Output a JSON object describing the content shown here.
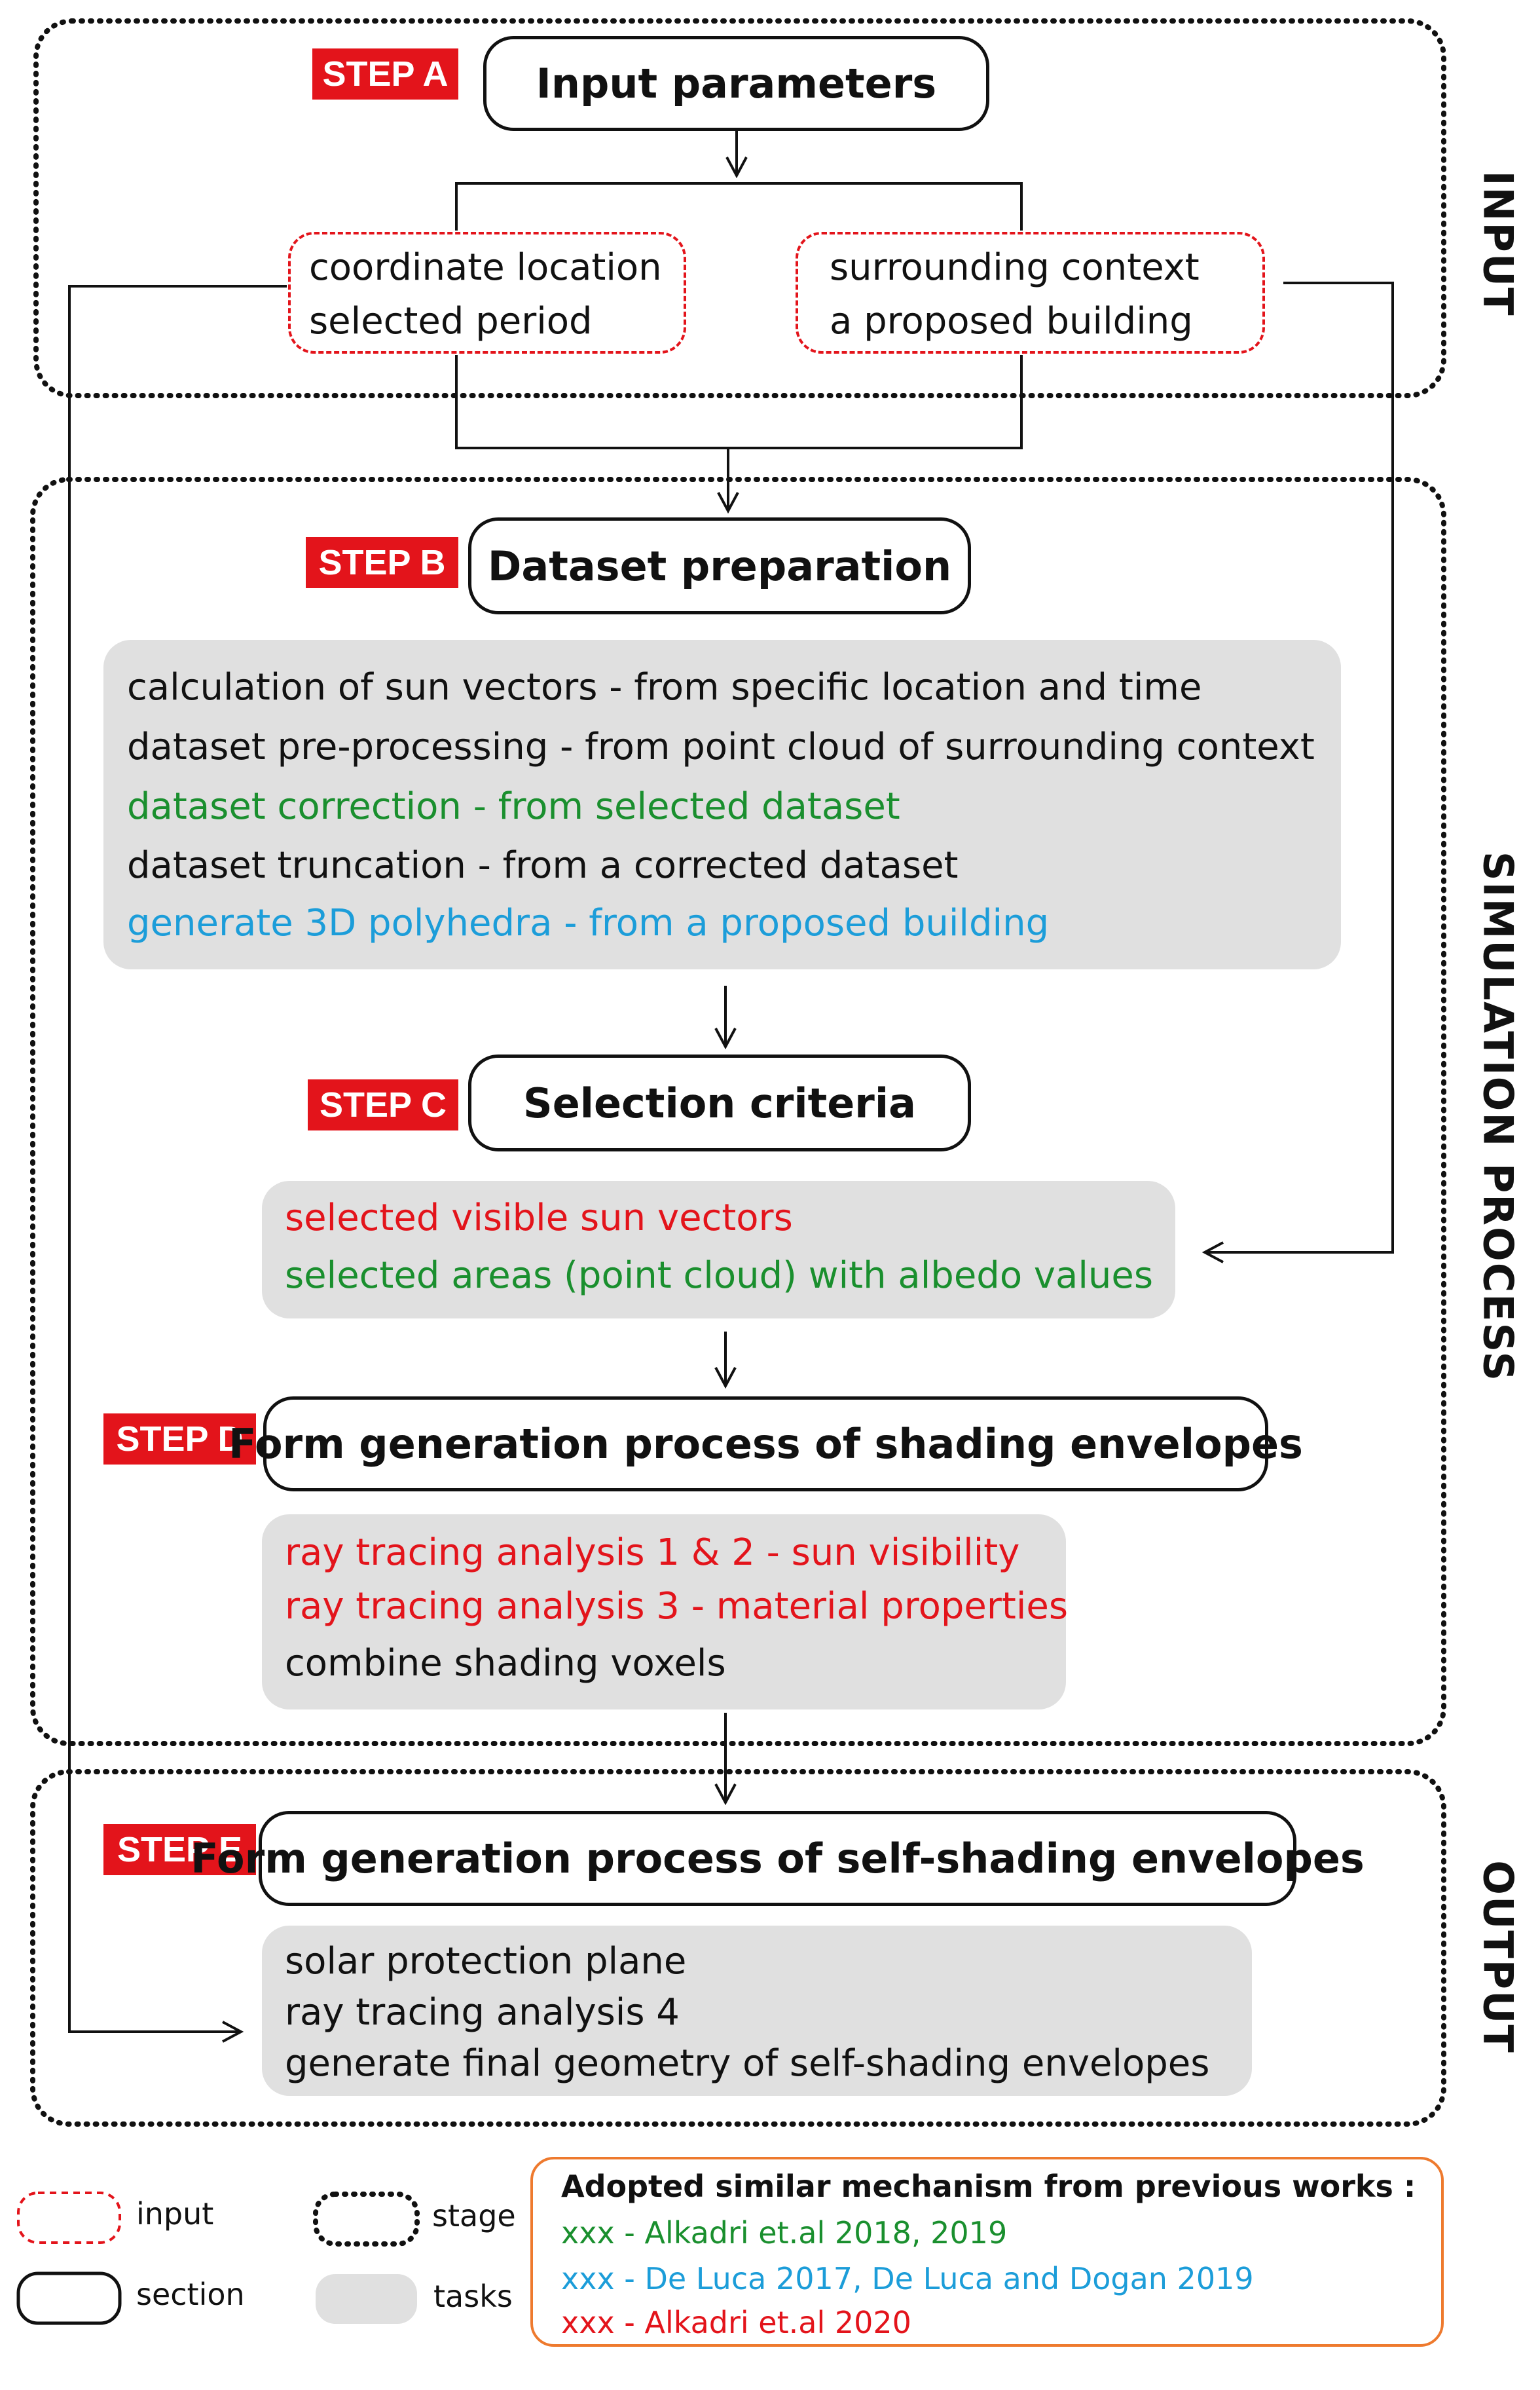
{
  "stages": {
    "input": "INPUT",
    "simulation": "SIMULATION PROCESS",
    "output": "OUTPUT"
  },
  "steps": {
    "a": {
      "badge": "STEP A",
      "title": "Input parameters"
    },
    "b": {
      "badge": "STEP B",
      "title": "Dataset preparation"
    },
    "c": {
      "badge": "STEP C",
      "title": "Selection criteria"
    },
    "d": {
      "badge": "STEP D",
      "title": "Form generation process of shading envelopes"
    },
    "e": {
      "badge": "STEP E",
      "title": "Form generation process of self-shading envelopes"
    }
  },
  "inputs": {
    "left": [
      "coordinate location",
      "selected period"
    ],
    "right": [
      "surrounding context",
      "a proposed building"
    ]
  },
  "tasks": {
    "b": [
      {
        "text": "calculation of sun vectors - from specific location and time",
        "color": "black"
      },
      {
        "text": "dataset pre-processing - from point cloud of surrounding context",
        "color": "black"
      },
      {
        "text": "dataset correction - from selected dataset",
        "color": "green"
      },
      {
        "text": "dataset truncation - from a corrected dataset",
        "color": "black"
      },
      {
        "text": "generate 3D polyhedra - from a proposed building",
        "color": "blue"
      }
    ],
    "c": [
      {
        "text": "selected visible sun vectors",
        "color": "red"
      },
      {
        "text": "selected areas (point cloud) with albedo values",
        "color": "green"
      }
    ],
    "d": [
      {
        "text": "ray tracing analysis 1 & 2 - sun visibility",
        "color": "red"
      },
      {
        "text": "ray tracing analysis 3 - material properties",
        "color": "red"
      },
      {
        "text": "combine shading voxels",
        "color": "black"
      }
    ],
    "e": [
      {
        "text": "solar protection plane",
        "color": "black"
      },
      {
        "text": "ray tracing analysis 4",
        "color": "black"
      },
      {
        "text": "generate final geometry of self-shading envelopes",
        "color": "black"
      }
    ]
  },
  "legend": {
    "input": "input",
    "stage": "stage",
    "section": "section",
    "tasks": "tasks",
    "adopted_title": "Adopted similar mechanism from previous works :",
    "adopted": [
      {
        "text": "xxx - Alkadri et.al 2018, 2019",
        "color": "green"
      },
      {
        "text": "xxx - De Luca 2017, De Luca and Dogan 2019",
        "color": "blue"
      },
      {
        "text": "xxx - Alkadri et.al 2020",
        "color": "red"
      }
    ]
  },
  "colors": {
    "badge": "#e3141b",
    "green": "#1a8f2e",
    "blue": "#1c9dd9",
    "red": "#e3141b",
    "task_bg": "#e0e0e0",
    "legend_border": "#ee7a2e"
  }
}
